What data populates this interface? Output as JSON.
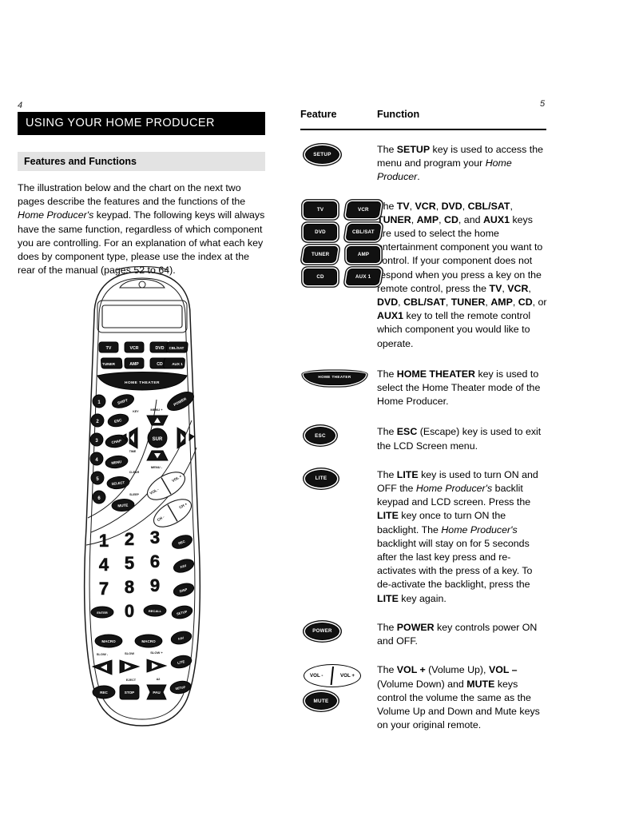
{
  "document": {
    "left_page_number": "4",
    "right_page_number": "5"
  },
  "left_column": {
    "chapter_title": "USING YOUR HOME PRODUCER",
    "section_title": "Features and Functions",
    "intro_parts": {
      "p1": "The illustration below and the chart on the next two pages describe the features and the functions of the ",
      "p2_italic": "Home Producer's",
      "p3": " keypad. The following keys will always have the same function, regardless of which component you are controlling. For an explanation of what each key does by component type, please use the index at the rear of the manual (pages 52 to 64)."
    }
  },
  "remote": {
    "lcd_screen_label": "",
    "source_keys_row1": [
      "TV",
      "VCR",
      "DVD",
      "CBL/SAT"
    ],
    "source_keys_row2": [
      "TUNER",
      "AMP",
      "CD",
      "AUX 1"
    ],
    "home_theater_label": "HOME THEATER",
    "power_label": "POWER",
    "dpad": {
      "up_menu_label": "MENU +",
      "down_menu_label": "MENU -",
      "center_label": "SUR"
    },
    "left_circle_numbers": [
      "1",
      "2",
      "3",
      "4",
      "5",
      "6"
    ],
    "curved_keys": [
      "SHIFT",
      "ESC",
      "CHAP",
      "MENU",
      "SELECT",
      "MUTE"
    ],
    "curved_small_labels": [
      "KEY",
      "TIME",
      "CLEAR",
      "SLEEP"
    ],
    "vol_rocker": {
      "minus": "VOL -",
      "plus": "VOL +"
    },
    "ch_rocker": {
      "minus": "CH -",
      "plus": "CH +"
    },
    "numeric_keys": [
      "1",
      "2",
      "3",
      "4",
      "5",
      "6",
      "7",
      "8",
      "9",
      "0"
    ],
    "enter_label": "ENTER",
    "recall_label": "RECALL",
    "right_side_keys": [
      "REC",
      "FAV",
      "DISP",
      "SETUP"
    ],
    "macro_labels": [
      "MACRO",
      "MACRO"
    ],
    "transport_small_labels": [
      "SLOW -",
      "SLOW",
      "SLOW +"
    ],
    "transport_keys": [
      "REW",
      "PLAY",
      "FF"
    ],
    "bottom_small_labels": [
      "EJECT",
      "A2"
    ],
    "bottom_keys": [
      "REC",
      "STOP",
      "PAU"
    ],
    "right_lower_keys": [
      "LITE",
      "SETUP"
    ]
  },
  "table": {
    "header": {
      "feature": "Feature",
      "function": "Function"
    },
    "rows": [
      {
        "id": "setup",
        "feature_keys": [
          "SETUP"
        ],
        "text_parts": [
          {
            "t": "The ",
            "style": "normal"
          },
          {
            "t": "SETUP",
            "style": "bold"
          },
          {
            "t": " key is used to access the menu and program your ",
            "style": "normal"
          },
          {
            "t": "Home Producer",
            "style": "italic"
          },
          {
            "t": ".",
            "style": "normal"
          }
        ]
      },
      {
        "id": "source-select",
        "feature_keys": [
          "TV",
          "VCR",
          "DVD",
          "CBL/SAT",
          "TUNER",
          "AMP",
          "CD",
          "AUX 1"
        ],
        "text_parts": [
          {
            "t": "The ",
            "style": "normal"
          },
          {
            "t": "TV",
            "style": "bold"
          },
          {
            "t": ", ",
            "style": "normal"
          },
          {
            "t": "VCR",
            "style": "bold"
          },
          {
            "t": ", ",
            "style": "normal"
          },
          {
            "t": "DVD",
            "style": "bold"
          },
          {
            "t": ", ",
            "style": "normal"
          },
          {
            "t": "CBL/SAT",
            "style": "bold"
          },
          {
            "t": ", ",
            "style": "normal"
          },
          {
            "t": "TUNER",
            "style": "bold"
          },
          {
            "t": ", ",
            "style": "normal"
          },
          {
            "t": "AMP",
            "style": "bold"
          },
          {
            "t": ", ",
            "style": "normal"
          },
          {
            "t": "CD",
            "style": "bold"
          },
          {
            "t": ", and ",
            "style": "normal"
          },
          {
            "t": "AUX1",
            "style": "bold"
          },
          {
            "t": " keys are used to select the home entertainment component you want to control. If your component does not respond when you press a key on the remote control, press the ",
            "style": "normal"
          },
          {
            "t": "TV",
            "style": "bold"
          },
          {
            "t": ", ",
            "style": "normal"
          },
          {
            "t": "VCR",
            "style": "bold"
          },
          {
            "t": ", ",
            "style": "normal"
          },
          {
            "t": "DVD",
            "style": "bold"
          },
          {
            "t": ", ",
            "style": "normal"
          },
          {
            "t": "CBL/SAT",
            "style": "bold"
          },
          {
            "t": ", ",
            "style": "normal"
          },
          {
            "t": "TUNER",
            "style": "bold"
          },
          {
            "t": ", ",
            "style": "normal"
          },
          {
            "t": "AMP",
            "style": "bold"
          },
          {
            "t": ", ",
            "style": "normal"
          },
          {
            "t": "CD",
            "style": "bold"
          },
          {
            "t": ", or ",
            "style": "normal"
          },
          {
            "t": "AUX1",
            "style": "bold"
          },
          {
            "t": " key to tell the remote control which component you would like to operate.",
            "style": "normal"
          }
        ]
      },
      {
        "id": "home-theater",
        "feature_keys": [
          "HOME THEATER"
        ],
        "text_parts": [
          {
            "t": "The ",
            "style": "normal"
          },
          {
            "t": "HOME THEATER",
            "style": "bold"
          },
          {
            "t": " key is used to select the Home Theater mode of the Home Producer.",
            "style": "normal"
          }
        ]
      },
      {
        "id": "esc",
        "feature_keys": [
          "ESC"
        ],
        "text_parts": [
          {
            "t": "The ",
            "style": "normal"
          },
          {
            "t": "ESC",
            "style": "bold"
          },
          {
            "t": " (Escape) key is used to exit the LCD Screen menu.",
            "style": "normal"
          }
        ]
      },
      {
        "id": "lite",
        "feature_keys": [
          "LITE"
        ],
        "text_parts": [
          {
            "t": "The ",
            "style": "normal"
          },
          {
            "t": "LITE",
            "style": "bold"
          },
          {
            "t": " key is used to turn ON and OFF the ",
            "style": "normal"
          },
          {
            "t": "Home Producer's",
            "style": "italic"
          },
          {
            "t": " backlit keypad and LCD screen. Press the ",
            "style": "normal"
          },
          {
            "t": "LITE",
            "style": "bold"
          },
          {
            "t": " key once to turn ON the backlight. The ",
            "style": "normal"
          },
          {
            "t": "Home Producer's",
            "style": "italic"
          },
          {
            "t": " backlight will stay on for 5 seconds after the last key press and re-activates with the press of a key. To de-activate the backlight, press the ",
            "style": "normal"
          },
          {
            "t": "LITE",
            "style": "bold"
          },
          {
            "t": " key again.",
            "style": "normal"
          }
        ]
      },
      {
        "id": "power",
        "feature_keys": [
          "POWER"
        ],
        "text_parts": [
          {
            "t": "The ",
            "style": "normal"
          },
          {
            "t": "POWER",
            "style": "bold"
          },
          {
            "t": " key controls power ON and OFF.",
            "style": "normal"
          }
        ]
      },
      {
        "id": "volume-mute",
        "feature_keys": [
          "VOL -",
          "VOL +",
          "MUTE"
        ],
        "text_parts": [
          {
            "t": "The ",
            "style": "normal"
          },
          {
            "t": "VOL +",
            "style": "bold"
          },
          {
            "t": " (Volume Up), ",
            "style": "normal"
          },
          {
            "t": "VOL –",
            "style": "bold"
          },
          {
            "t": " (Volume Down) and ",
            "style": "normal"
          },
          {
            "t": "MUTE",
            "style": "bold"
          },
          {
            "t": " keys control the volume the same as the Volume Up and Down and Mute keys on your original remote.",
            "style": "normal"
          }
        ]
      }
    ]
  },
  "colors": {
    "key_fill": "#111111",
    "key_text": "#ffffff",
    "chapter_bar_bg": "#000000",
    "section_bar_bg": "#e3e3e3",
    "page_bg": "#ffffff"
  }
}
